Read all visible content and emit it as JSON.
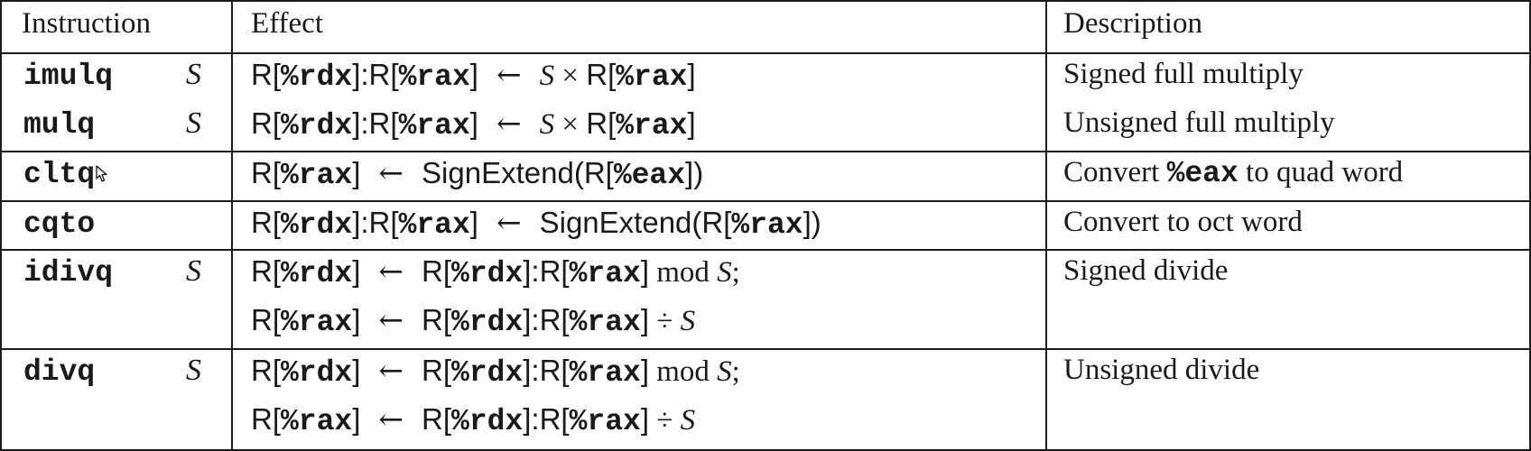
{
  "headers": {
    "instruction": "Instruction",
    "effect": "Effect",
    "description": "Description"
  },
  "rows": [
    {
      "instruction": "imulq",
      "operand": "S",
      "effect": [
        [
          "R[",
          "%rdx",
          "]:R[",
          "%rax",
          "]",
          "←",
          "S",
          "×",
          "R[",
          "%rax",
          "]"
        ]
      ],
      "description": "Signed full multiply"
    },
    {
      "instruction": "mulq",
      "operand": "S",
      "effect": [
        [
          "R[",
          "%rdx",
          "]:R[",
          "%rax",
          "]",
          "←",
          "S",
          "×",
          "R[",
          "%rax",
          "]"
        ]
      ],
      "description": "Unsigned full multiply"
    },
    {
      "instruction": "cltq",
      "operand": "",
      "effect_text": [
        "R[",
        "%rax",
        "]",
        "←",
        "SignExtend(R[",
        "%eax",
        "])"
      ],
      "description_pre": "Convert",
      "description_reg": "%eax",
      "description_post": "to quad word"
    },
    {
      "instruction": "cqto",
      "operand": "",
      "effect_text": [
        "R[",
        "%rdx",
        "]:R[",
        "%rax",
        "]",
        "←",
        "SignExtend(R[",
        "%rax",
        "])"
      ],
      "description": "Convert to oct word"
    },
    {
      "instruction": "idivq",
      "operand": "S",
      "line1": [
        "R[",
        "%rdx",
        "]",
        "←",
        "R[",
        "%rdx",
        "]:R[",
        "%rax",
        "]",
        "mod",
        "S",
        ";"
      ],
      "line2": [
        "R[",
        "%rax",
        "]",
        "←",
        "R[",
        "%rdx",
        "]:R[",
        "%rax",
        "]",
        "÷",
        "S"
      ],
      "description": "Signed divide"
    },
    {
      "instruction": "divq",
      "operand": "S",
      "line1": [
        "R[",
        "%rdx",
        "]",
        "←",
        "R[",
        "%rdx",
        "]:R[",
        "%rax",
        "]",
        "mod",
        "S",
        ";"
      ],
      "line2": [
        "R[",
        "%rax",
        "]",
        "←",
        "R[",
        "%rdx",
        "]:R[",
        "%rax",
        "]",
        "÷",
        "S"
      ],
      "description": "Unsigned divide"
    }
  ]
}
